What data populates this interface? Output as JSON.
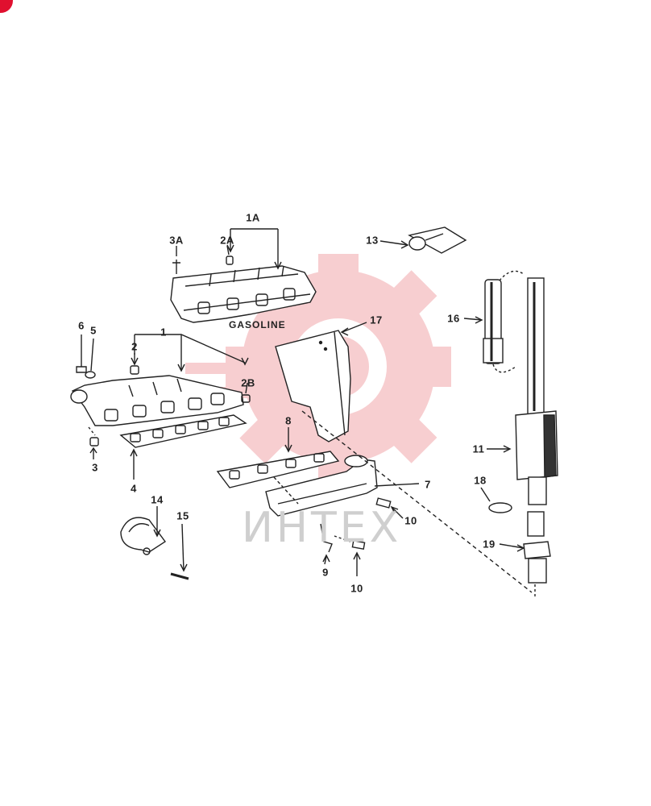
{
  "parts": {
    "p1A": "1A",
    "p2A": "2A",
    "p3A": "3A",
    "p13": "13",
    "p16": "16",
    "p17": "17",
    "p1": "1",
    "p2": "2",
    "p2B": "2B",
    "p3": "3",
    "p4": "4",
    "p5": "5",
    "p6": "6",
    "p7": "7",
    "p8": "8",
    "p9": "9",
    "p10a": "10",
    "p10b": "10",
    "p11": "11",
    "p14": "14",
    "p15": "15",
    "p18": "18",
    "p19": "19"
  },
  "caption": "GASOLINE",
  "watermark": {
    "text": "ИНТЕХ",
    "color": "#e8454f"
  },
  "corner_badge_color": "#e0102f",
  "colors": {
    "ink": "#222222",
    "watermark_gray": "#cfcfcf"
  }
}
